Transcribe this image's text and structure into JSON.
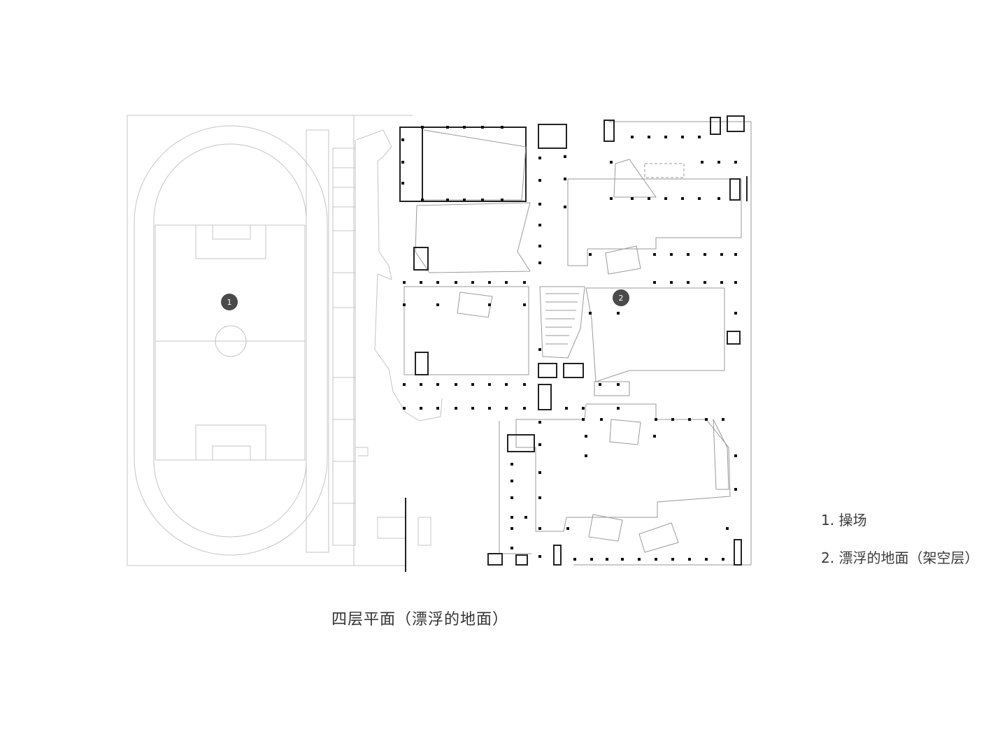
{
  "caption": "四层平面（漂浮的地面）",
  "markers": [
    {
      "label": "1"
    },
    {
      "label": "2"
    }
  ],
  "legend": [
    {
      "text": "1. 操场"
    },
    {
      "text": "2. 漂浮的地面（架空层）"
    }
  ],
  "colors": {
    "line": "#c4c4c4",
    "wall": "#222222",
    "marker": "#4a4a4a",
    "background": "#ffffff"
  }
}
